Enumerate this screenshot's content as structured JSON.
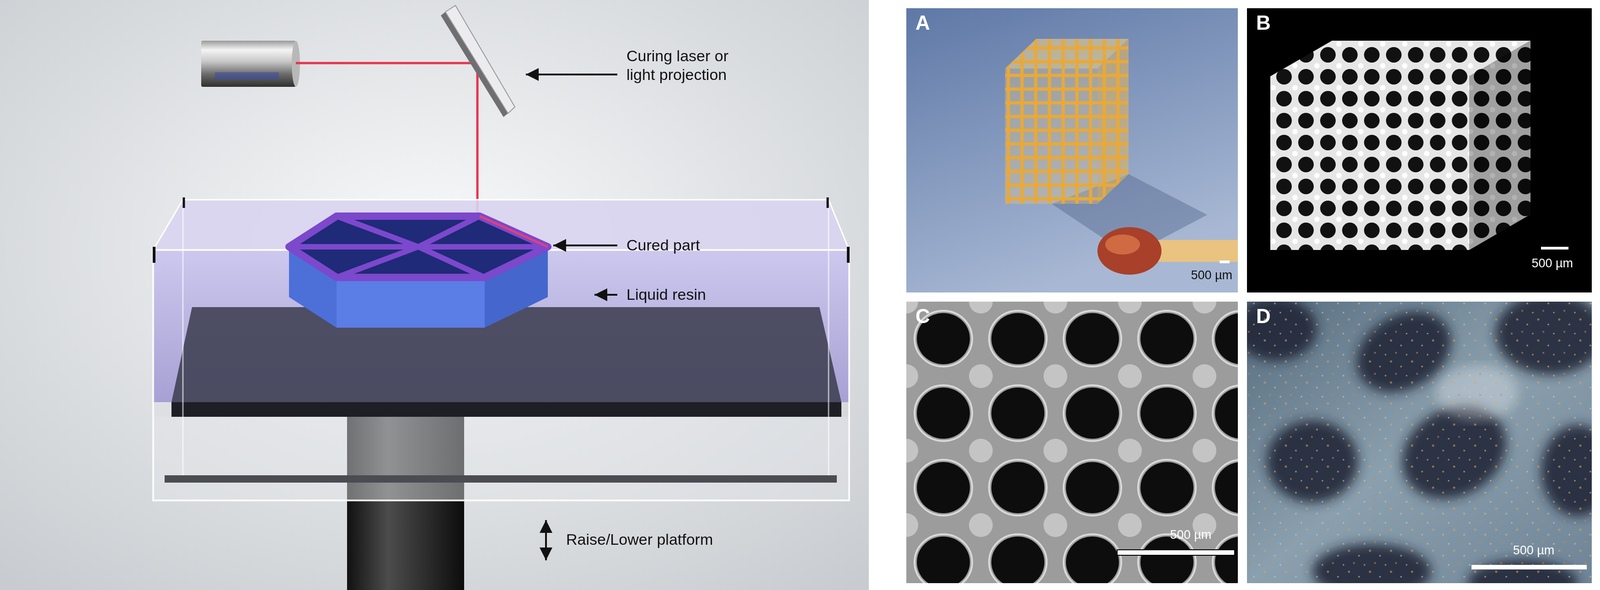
{
  "diagram": {
    "nodes": [
      {
        "text": [
          "A",
          "500 µm"
        ]
      },
      {
        "text": [
          "B",
          "500 µm"
        ]
      },
      {
        "text": [
          "C",
          "500 µm"
        ]
      },
      {
        "text": [
          "D",
          "500 µm"
        ]
      }
    ],
    "labels": [
      "Curing laser or light projection",
      "Cured part",
      "Liquid resin",
      "Raise/Lower platform"
    ]
  }
}
